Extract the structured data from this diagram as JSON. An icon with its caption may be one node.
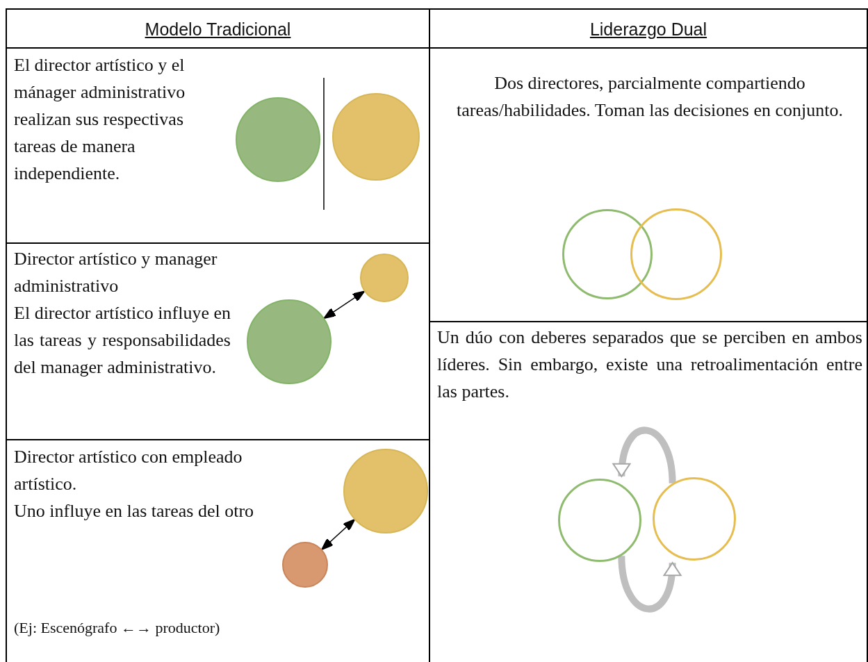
{
  "diagram": {
    "nodes": [
      {
        "text": [
          "Modelo Tradicional"
        ]
      },
      {
        "text": [
          "Liderazgo Dual"
        ]
      },
      {
        "text": [
          "El director artístico y el mánager administrativo realizan sus respectivas tareas de manera independiente."
        ]
      },
      {
        "text": [],
        "shape": "circle",
        "in": 2
      },
      {
        "text": [],
        "shape": "circle",
        "in": 2
      },
      {
        "text": [
          "Director artístico y manager administrativo",
          "El director artístico influye en las tareas y responsabilidades del manager administrativo."
        ]
      },
      {
        "text": [],
        "shape": "circle",
        "in": 5
      },
      {
        "text": [],
        "shape": "circle",
        "in": 5
      },
      {
        "text": [
          "Director artístico con empleado artístico.",
          "Uno influye en las tareas del otro",
          "(Ej: Escenógrafo ←→ productor)"
        ]
      },
      {
        "text": [],
        "shape": "circle",
        "in": 8
      },
      {
        "text": [],
        "shape": "circle",
        "in": 8
      },
      {
        "text": [
          "Dos directores, parcialmente compartiendo tareas/habilidades. Toman las decisiones en conjunto."
        ]
      },
      {
        "text": [],
        "shape": "circle",
        "in": 11
      },
      {
        "text": [],
        "shape": "circle",
        "in": 11
      },
      {
        "text": [
          "Un dúo con deberes separados que se perciben en ambos líderes. Sin embargo, existe una retroalimentación entre las partes."
        ]
      },
      {
        "text": [],
        "shape": "circle",
        "in": 14
      },
      {
        "text": [],
        "shape": "circle",
        "in": 14
      }
    ],
    "edges": [
      {
        "from": 7,
        "to": 6,
        "arrow": "both"
      },
      {
        "from": 10,
        "to": 9,
        "arrow": "both"
      },
      {
        "from": 16,
        "to": 15,
        "arrow": "to",
        "style": "thick",
        "color": "#bfbfbf"
      },
      {
        "from": 15,
        "to": 16,
        "arrow": "to",
        "style": "thick",
        "color": "#bfbfbf"
      }
    ]
  }
}
